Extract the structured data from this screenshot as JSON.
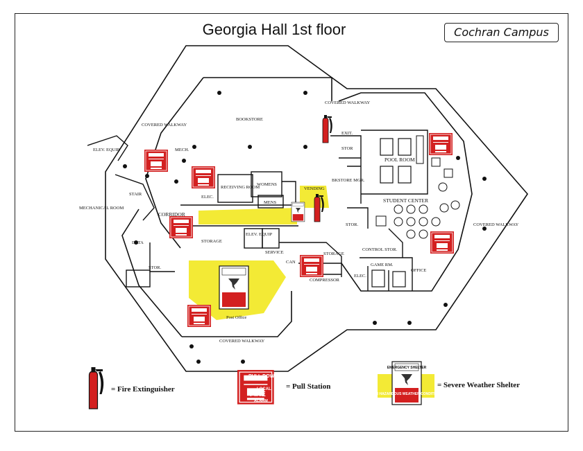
{
  "title": "Georgia Hall 1st floor",
  "campus": "Cochran Campus",
  "colors": {
    "fire": "#d32020",
    "shelter": "#f3ea35",
    "line": "#111111"
  },
  "rooms": {
    "bookstore": "BOOKSTORE",
    "covered_walkway_top": "COVERED WALKWAY",
    "covered_walkway_left": "COVERED WALKWAY",
    "covered_walkway_right": "COVERED WALKWAY",
    "covered_walkway_bottom": "COVERED WALKWAY",
    "exit": "EXIT.",
    "stor_top": "STOR",
    "pool_room": "POOL ROOM",
    "bkstore_mgr": "BKSTORE MGR.",
    "student_center": "STUDENT CENTER",
    "elev_equip_left": "ELEV. EQUIP.",
    "mech": "MECH.",
    "receiving_room": "RECEIVING ROOM",
    "womens": "WOMENS",
    "mens": "MENS",
    "vending": "VENDING",
    "elec_left": "ELEC.",
    "stair": "STAIR",
    "mechanical_room": "MECHANICAL ROOM",
    "corridor": "CORRIDOR",
    "data": "DATA",
    "storage_left": "STORAGE",
    "elev_equip_mid": "ELEV. EQUIP",
    "service": "SERVICE",
    "can": "CAN",
    "storage_mid": "STORAGE",
    "compressor": "COMPRESSOR",
    "stor_mid": "STOR.",
    "control_stor": "CONTROL STOR.",
    "game_rm": "GAME RM.",
    "elec_right": "ELEC.",
    "office": "OFFICE",
    "stor_left": "STOR.",
    "post_office": "Post Office"
  },
  "signs": {
    "pull_top": "PULL DOWN",
    "local": "LOCAL",
    "fire": "FIRE",
    "alarm": "ALARM",
    "shelter_top": "EMERGENCY SHELTER",
    "shelter_bottom": "FOR HAZARDOUS WEATHER CONDITIONS"
  },
  "legend": {
    "extinguisher": "= Fire Extinguisher",
    "pull_station": "= Pull Station",
    "shelter": "= Severe Weather Shelter"
  }
}
